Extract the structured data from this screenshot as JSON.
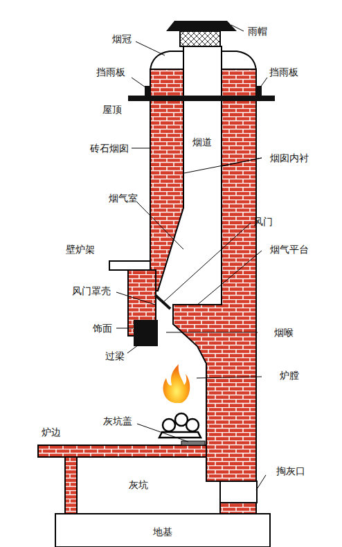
{
  "diagram": {
    "labels": [
      "雨帽",
      "烟冠",
      "挡雨板",
      "挡雨板",
      "屋顶",
      "砖石烟囱",
      "烟道",
      "烟囱内衬",
      "烟气室",
      "风门",
      "壁炉架",
      "烟气平台",
      "风门罩壳",
      "饰面",
      "烟喉",
      "过梁",
      "炉膛",
      "炉边",
      "灰坑盖",
      "掏灰口",
      "灰坑",
      "地基"
    ]
  }
}
